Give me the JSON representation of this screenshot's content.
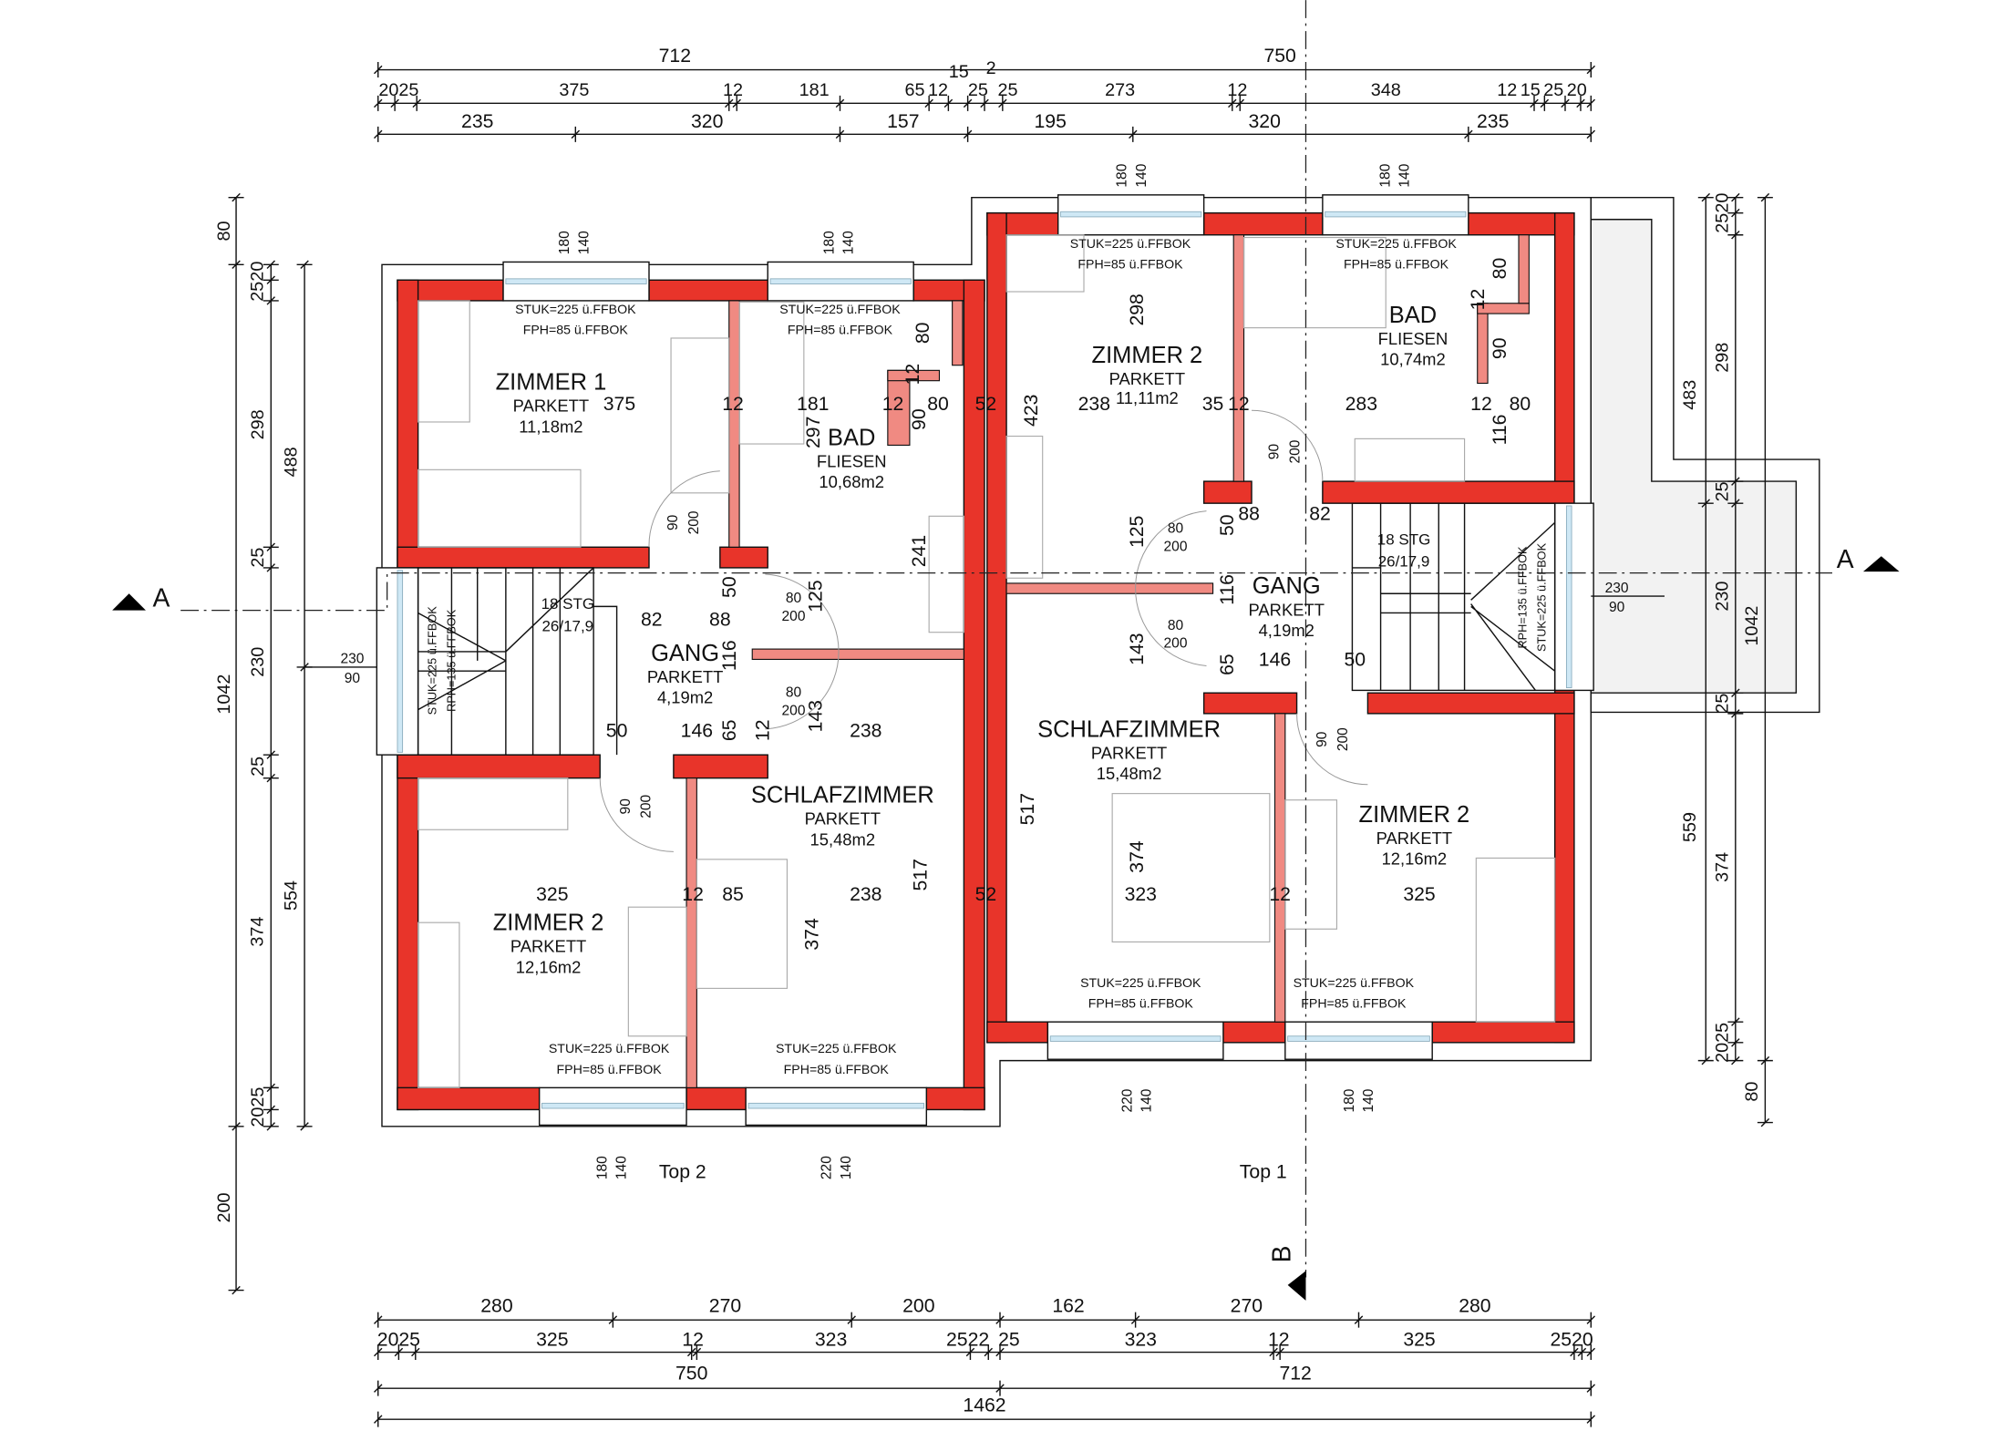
{
  "labels": {
    "top2": "Top 2",
    "top1": "Top 1"
  },
  "section_markers": {
    "a_left": "A",
    "a_right": "A",
    "b_bottom": "B"
  },
  "dimensions": {
    "top": {
      "overall": [
        "712",
        "750"
      ],
      "detail": [
        "2025",
        "375",
        "12",
        "181",
        "65",
        "12",
        "15",
        "2",
        "25",
        "25",
        "273",
        "12",
        "348",
        "12",
        "15",
        "25",
        "20"
      ],
      "segments": [
        "235",
        "320",
        "157",
        "195",
        "320",
        "235"
      ]
    },
    "bottom": {
      "axes": [
        "280",
        "270",
        "200",
        "162",
        "270",
        "280"
      ],
      "detail": [
        "2025",
        "325",
        "12",
        "323",
        "2522",
        "25",
        "323",
        "12",
        "325",
        "2520"
      ],
      "units": [
        "750",
        "712"
      ],
      "overall": "1462"
    },
    "left": {
      "outer": [
        "80",
        "1042",
        "200"
      ],
      "detail": [
        "2520",
        "298",
        "25",
        "230",
        "25",
        "374",
        "2025"
      ],
      "middle": [
        "488",
        "554"
      ],
      "window": [
        "230",
        "90"
      ]
    },
    "right": {
      "inner": [
        "483",
        "559"
      ],
      "detail": [
        "2520",
        "298",
        "25",
        "230",
        "25",
        "374",
        "2025"
      ],
      "outer": [
        "1042",
        "80"
      ],
      "window": [
        "230",
        "90"
      ]
    }
  },
  "top2": {
    "rooms": [
      {
        "name": "ZIMMER 1",
        "floor": "PARKETT",
        "area": "11,18m2"
      },
      {
        "name": "BAD",
        "floor": "FLIESEN",
        "area": "10,68m2"
      },
      {
        "name": "GANG",
        "floor": "PARKETT",
        "area": "4,19m2"
      },
      {
        "name": "SCHLAFZIMMER",
        "floor": "PARKETT",
        "area": "15,48m2"
      },
      {
        "name": "ZIMMER 2",
        "floor": "PARKETT",
        "area": "12,16m2"
      }
    ],
    "window_note": {
      "stuk": "STUK=225 ü.FFBOK",
      "fph": "FPH=85 ü.FFBOK"
    },
    "windows": [
      [
        "180",
        "140"
      ],
      [
        "180",
        "140"
      ],
      [
        "180",
        "140"
      ],
      [
        "220",
        "140"
      ]
    ],
    "doors": [
      [
        "90",
        "200"
      ],
      [
        "80",
        "200"
      ],
      [
        "80",
        "200"
      ],
      [
        "90",
        "200"
      ]
    ],
    "stairs": {
      "steps": "18 STG",
      "ratio": "26/17,9",
      "stuk": "STUK=225 ü.FFBOK",
      "rph": "RPH=135 ü.FFBOK"
    },
    "inner_dims": [
      "375",
      "12",
      "181",
      "12",
      "80",
      "90",
      "52",
      "297",
      "241",
      "80",
      "12",
      "82",
      "88",
      "50",
      "116",
      "125",
      "50",
      "146",
      "65",
      "12",
      "143",
      "238",
      "325",
      "12",
      "85",
      "238",
      "517",
      "374",
      "52"
    ]
  },
  "top1": {
    "rooms": [
      {
        "name": "ZIMMER 2",
        "floor": "PARKETT",
        "area": "11,11m2"
      },
      {
        "name": "BAD",
        "floor": "FLIESEN",
        "area": "10,74m2"
      },
      {
        "name": "GANG",
        "floor": "PARKETT",
        "area": "4,19m2"
      },
      {
        "name": "SCHLAFZIMMER",
        "floor": "PARKETT",
        "area": "15,48m2"
      },
      {
        "name": "ZIMMER 2",
        "floor": "PARKETT",
        "area": "12,16m2"
      }
    ],
    "window_note": {
      "stuk": "STUK=225 ü.FFBOK",
      "fph": "FPH=85 ü.FFBOK"
    },
    "windows": [
      [
        "180",
        "140"
      ],
      [
        "180",
        "140"
      ],
      [
        "220",
        "140"
      ],
      [
        "180",
        "140"
      ]
    ],
    "doors": [
      [
        "90",
        "200"
      ],
      [
        "80",
        "200"
      ],
      [
        "80",
        "200"
      ],
      [
        "90",
        "200"
      ]
    ],
    "stairs": {
      "steps": "18 STG",
      "ratio": "26/17,9",
      "stuk": "STUK=225 ü.FFBOK",
      "rph": "RPH=135 ü.FFBOK"
    },
    "inner_dims": [
      "423",
      "238",
      "298",
      "35",
      "12",
      "283",
      "12",
      "80",
      "116",
      "90",
      "80",
      "12",
      "88",
      "82",
      "50",
      "125",
      "116",
      "143",
      "146",
      "50",
      "65",
      "517",
      "374",
      "323",
      "12",
      "325"
    ]
  },
  "colors": {
    "wall": "#e8342a",
    "partition": "#f08a82",
    "glass": "#cfe8f5"
  }
}
